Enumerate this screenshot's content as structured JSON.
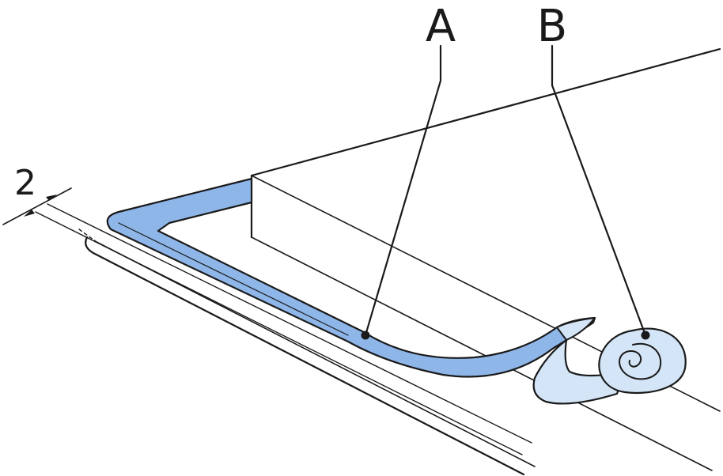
{
  "diagram": {
    "labels": {
      "a": "A",
      "b": "B",
      "dimension": "2"
    },
    "colors": {
      "tape": "#8fb6e8",
      "tape_light": "#d3e5f7",
      "outline": "#1a1a1a",
      "background": "#ffffff"
    }
  }
}
